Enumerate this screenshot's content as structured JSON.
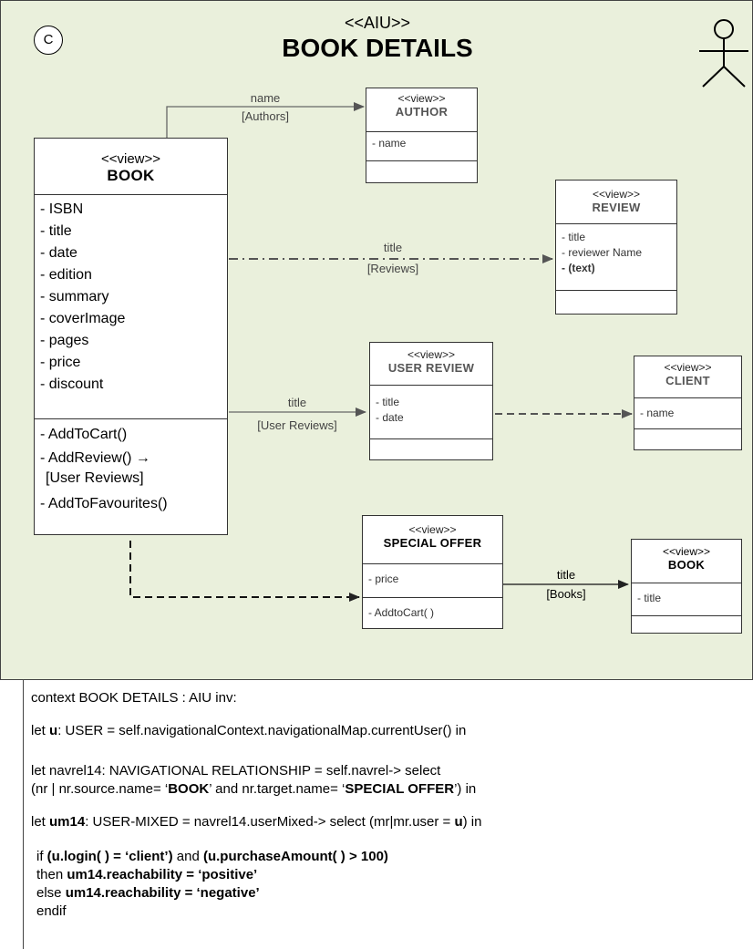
{
  "header": {
    "circle_label": "C",
    "stereotype": "<<AIU>>",
    "title": "BOOK DETAILS"
  },
  "classes": {
    "book": {
      "stereotype": "<<view>>",
      "name": "BOOK",
      "attributes": [
        "- ISBN",
        "- title",
        "- date",
        "- edition",
        "- summary",
        "- coverImage",
        "- pages",
        "- price",
        "- discount"
      ],
      "operations": [
        "- AddToCart()",
        "- AddReview() →",
        "[User Reviews]",
        "- AddToFavourites()"
      ]
    },
    "author": {
      "stereotype": "<<view>>",
      "name": "AUTHOR",
      "attributes": [
        "- name"
      ]
    },
    "review": {
      "stereotype": "<<view>>",
      "name": "REVIEW",
      "attributes": [
        "- title",
        "- reviewer Name",
        "- (text)"
      ]
    },
    "user_review": {
      "stereotype": "<<view>>",
      "name": "USER REVIEW",
      "attributes": [
        "- title",
        "- date"
      ]
    },
    "client": {
      "stereotype": "<<view>>",
      "name": "CLIENT",
      "attributes": [
        "- name"
      ]
    },
    "special_offer": {
      "stereotype": "<<view>>",
      "name": "SPECIAL OFFER",
      "attributes": [
        "- price"
      ],
      "operations": [
        "- AddtoCart( )"
      ]
    },
    "book_small": {
      "stereotype": "<<view>>",
      "name": "BOOK",
      "attributes": [
        "- title"
      ]
    }
  },
  "links": {
    "authors": {
      "label": "name",
      "index": "[Authors]"
    },
    "reviews": {
      "label": "title",
      "index": "[Reviews]"
    },
    "user_reviews": {
      "label": "title",
      "index": "[User Reviews]"
    },
    "books": {
      "label": "title",
      "index": "[Books]"
    }
  },
  "ocl": {
    "l1": "context BOOK DETAILS : AIU inv:",
    "l2_a": "let ",
    "l2_b": "u",
    "l2_c": ": USER = self.navigationalContext.navigationalMap.currentUser() in",
    "l3": "let navrel14: NAVIGATIONAL RELATIONSHIP = self.navrel-> select",
    "l4_a": "(nr | nr.source.name= ‘",
    "l4_b": "BOOK",
    "l4_c": "’ and nr.target.name= ‘",
    "l4_d": "SPECIAL OFFER",
    "l4_e": "’) in",
    "l5_a": "let ",
    "l5_b": "um14",
    "l5_c": ": USER-MIXED = navrel14.userMixed-> select (mr|mr.user = ",
    "l5_d": "u",
    "l5_e": ") in",
    "l6_a": "if ",
    "l6_b": "(u.login( ) = ‘client’)",
    "l6_c": " and ",
    "l6_d": "(u.purchaseAmount( ) > 100)",
    "l7_a": "then ",
    "l7_b": "um14.reachability = ‘positive’",
    "l8_a": "else ",
    "l8_b": "um14.reachability = ‘negative’",
    "l9": "endif"
  }
}
